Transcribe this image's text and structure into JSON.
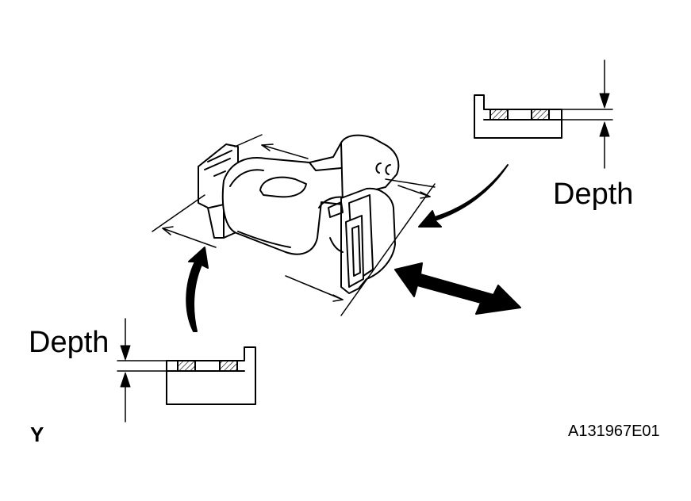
{
  "labels": {
    "depth_upper": "Depth",
    "depth_lower": "Depth",
    "view_letter": "Y",
    "figure_code": "A131967E01"
  },
  "colors": {
    "line": "#000000",
    "background": "#ffffff"
  }
}
